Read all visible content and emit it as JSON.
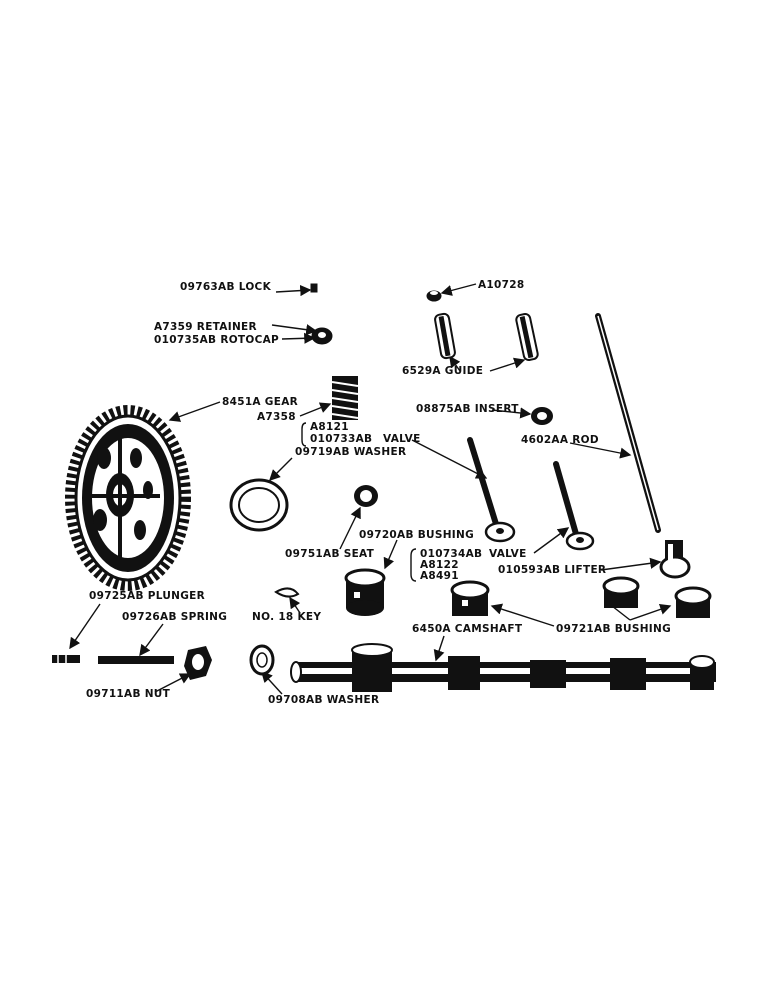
{
  "labels": {
    "lock": "09763AB LOCK",
    "a10728": "A10728",
    "retainer": "A7359 RETAINER",
    "rotocap": "010735AB ROTOCAP",
    "guide": "6529A GUIDE",
    "gear": "8451A GEAR",
    "a7358": "A7358",
    "insert": "08875AB INSERT",
    "a8121": "A8121",
    "valve1_part": "010733AB",
    "valve1_word": "VALVE",
    "rod": "4602AA ROD",
    "washer1": "09719AB WASHER",
    "bushing1": "09720AB BUSHING",
    "seat": "09751AB SEAT",
    "valve2_part1": "010734AB",
    "valve2_word": "VALVE",
    "valve2_part2": "A8122",
    "valve2_part3": "A8491",
    "lifter": "010593AB LIFTER",
    "plunger": "09725AB PLUNGER",
    "spring": "09726AB SPRING",
    "key": "NO. 18 KEY",
    "camshaft": "6450A CAMSHAFT",
    "bushing2": "09721AB BUSHING",
    "nut": "09711AB NUT",
    "washer2": "09708AB WASHER"
  }
}
